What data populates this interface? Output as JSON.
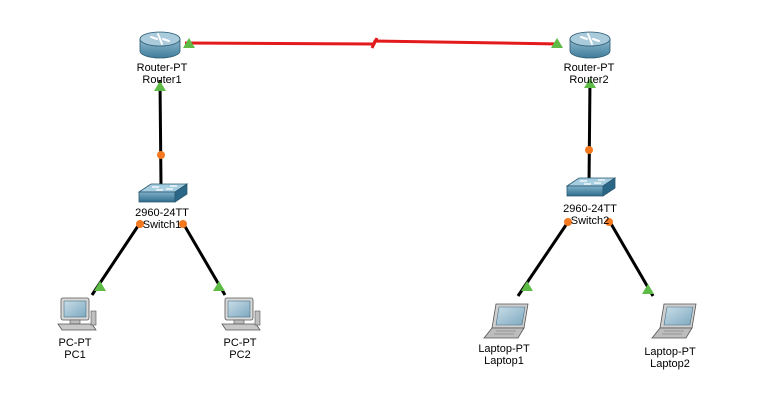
{
  "colors": {
    "serial_link": "#e31a1c",
    "ethernet_link": "#000000",
    "link_up": "#5dbb46",
    "link_negotiating": "#f47920"
  },
  "devices": {
    "router1": {
      "model": "Router-PT",
      "name": "Router1",
      "icon": "router-icon"
    },
    "router2": {
      "model": "Router-PT",
      "name": "Router2",
      "icon": "router-icon"
    },
    "switch1": {
      "model": "2960-24TT",
      "name": "Switch1",
      "icon": "switch-icon"
    },
    "switch2": {
      "model": "2960-24TT",
      "name": "Switch2",
      "icon": "switch-icon"
    },
    "pc1": {
      "model": "PC-PT",
      "name": "PC1",
      "icon": "pc-icon"
    },
    "pc2": {
      "model": "PC-PT",
      "name": "PC2",
      "icon": "pc-icon"
    },
    "laptop1": {
      "model": "Laptop-PT",
      "name": "Laptop1",
      "icon": "laptop-icon"
    },
    "laptop2": {
      "model": "Laptop-PT",
      "name": "Laptop2",
      "icon": "laptop-icon"
    }
  },
  "links": [
    {
      "from": "Router1",
      "to": "Router2",
      "type": "serial"
    },
    {
      "from": "Router1",
      "to": "Switch1",
      "type": "ethernet"
    },
    {
      "from": "Router2",
      "to": "Switch2",
      "type": "ethernet"
    },
    {
      "from": "Switch1",
      "to": "PC1",
      "type": "ethernet"
    },
    {
      "from": "Switch1",
      "to": "PC2",
      "type": "ethernet"
    },
    {
      "from": "Switch2",
      "to": "Laptop1",
      "type": "ethernet"
    },
    {
      "from": "Switch2",
      "to": "Laptop2",
      "type": "ethernet"
    }
  ]
}
